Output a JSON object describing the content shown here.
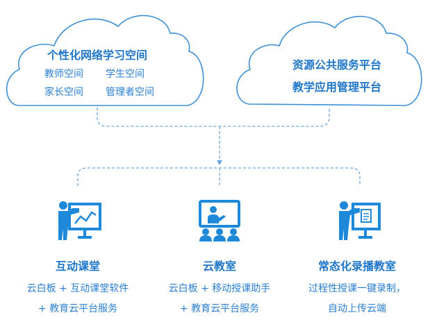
{
  "clouds": {
    "left": {
      "title": "个性化网络学习空间",
      "items": [
        "教师空间",
        "学生空间",
        "家长空间",
        "管理者空间"
      ]
    },
    "right": {
      "lines": [
        "资源公共服务平台",
        "教学应用管理平台"
      ]
    }
  },
  "columns": [
    {
      "title": "互动课堂",
      "desc1": "云白板 + 互动课堂软件",
      "desc2": "+ 教育云平台服务",
      "icon": "teacher-chart-board-icon"
    },
    {
      "title": "云教室",
      "desc1": "云白板 + 移动授课助手",
      "desc2": "+ 教育云平台服务",
      "icon": "classroom-screen-icon"
    },
    {
      "title": "常态化录播教室",
      "desc1": "过程性授课一键录制，",
      "desc2": "自动上传云端",
      "icon": "teacher-document-board-icon"
    }
  ],
  "colors": {
    "primary": "#1f76c8",
    "text": "#2a7fd0",
    "cloud_stroke": "#3d8fd6",
    "connector": "#6aa6dc",
    "icon": "#1e88d9"
  }
}
